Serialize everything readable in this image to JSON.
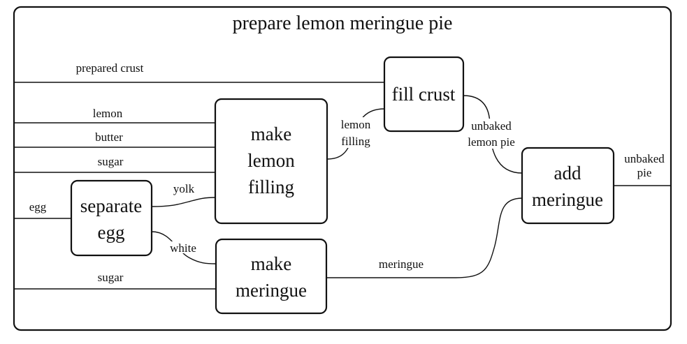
{
  "diagram": {
    "title": "prepare lemon meringue pie",
    "colors": {
      "stroke": "#111111",
      "background": "#ffffff"
    },
    "nodes": {
      "separate_egg": {
        "line1": "separate",
        "line2": "egg"
      },
      "make_lemon_filling": {
        "line1": "make",
        "line2": "lemon",
        "line3": "filling"
      },
      "make_meringue": {
        "line1": "make",
        "line2": "meringue"
      },
      "fill_crust": {
        "line1": "fill crust"
      },
      "add_meringue": {
        "line1": "add",
        "line2": "meringue"
      }
    },
    "edge_labels": {
      "prepared_crust": "prepared crust",
      "lemon": "lemon",
      "butter": "butter",
      "sugar_filling": "sugar",
      "egg": "egg",
      "sugar_meringue": "sugar",
      "yolk": "yolk",
      "white": "white",
      "lemon_filling": {
        "line1": "lemon",
        "line2": "filling"
      },
      "unbaked_lemon_pie": {
        "line1": "unbaked",
        "line2": "lemon pie"
      },
      "meringue": "meringue",
      "unbaked_pie": {
        "line1": "unbaked",
        "line2": "pie"
      }
    }
  }
}
